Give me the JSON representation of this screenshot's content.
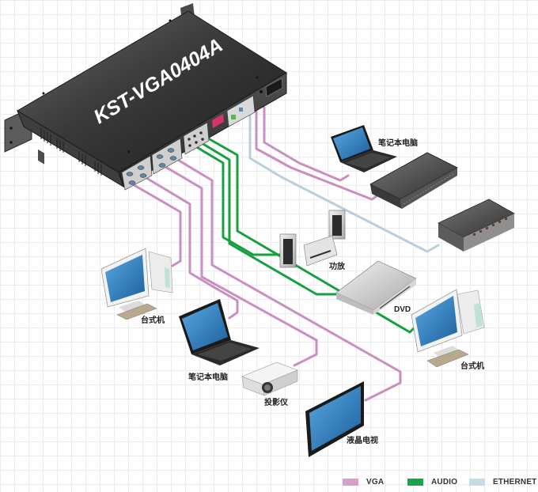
{
  "diagram": {
    "main_device": {
      "model": "KST-VGA0404A"
    },
    "devices": [
      {
        "id": "laptop-top",
        "label": "笔记本电脑",
        "type": "laptop"
      },
      {
        "id": "rack-device",
        "label": "",
        "type": "rack-unit"
      },
      {
        "id": "network-switch",
        "label": "",
        "type": "network-switch"
      },
      {
        "id": "amplifier",
        "label": "功放",
        "type": "amplifier"
      },
      {
        "id": "dvd-player",
        "label": "DVD",
        "type": "dvd"
      },
      {
        "id": "desktop-right",
        "label": "台式机",
        "type": "desktop"
      },
      {
        "id": "desktop-left",
        "label": "台式机",
        "type": "desktop"
      },
      {
        "id": "laptop-bottom",
        "label": "笔记本电脑",
        "type": "laptop"
      },
      {
        "id": "projector",
        "label": "投影仪",
        "type": "projector"
      },
      {
        "id": "lcd-tv",
        "label": "液晶电视",
        "type": "tv"
      }
    ],
    "connections": [
      {
        "from": "desktop-left",
        "to": "main",
        "type": "VGA"
      },
      {
        "from": "laptop-bottom",
        "to": "main",
        "type": "VGA"
      },
      {
        "from": "main",
        "to": "projector",
        "type": "VGA"
      },
      {
        "from": "main",
        "to": "lcd-tv",
        "type": "VGA"
      },
      {
        "from": "main",
        "to": "amplifier",
        "type": "AUDIO"
      },
      {
        "from": "dvd-player",
        "to": "main",
        "type": "AUDIO"
      },
      {
        "from": "desktop-right",
        "to": "main",
        "type": "AUDIO"
      },
      {
        "from": "laptop-top",
        "to": "main",
        "type": "VGA"
      },
      {
        "from": "rack-device",
        "to": "main",
        "type": "VGA"
      },
      {
        "from": "network-switch",
        "to": "main",
        "type": "ETHERNET"
      }
    ]
  },
  "legend": {
    "items": [
      {
        "label": "VGA",
        "color": "#d4a0cc"
      },
      {
        "label": "AUDIO",
        "color": "#1aa34a"
      },
      {
        "label": "ETHERNET",
        "color": "#c8dae6"
      }
    ]
  },
  "colors": {
    "vga": "#c98fc0",
    "audio": "#18a040",
    "ethernet": "#b9cfdc",
    "device_dark": "#2d2d2d",
    "screen_blue": "#2a7fc4"
  }
}
